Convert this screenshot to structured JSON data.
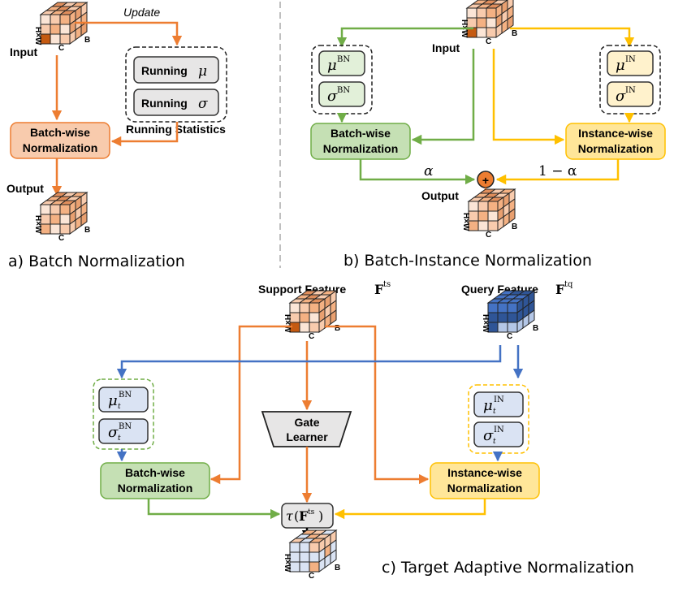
{
  "colors": {
    "orange": "#ed7d31",
    "green": "#70ad47",
    "blue": "#4472c4",
    "yellow": "#ffc000",
    "dashed_gray": "#555555",
    "divider": "#bfbfbf",
    "bn_box": "#f8cbad",
    "batchwise_fill": "#c5e0b4",
    "instancewise_fill": "#ffe699",
    "stat_green": "#e2f0d9",
    "stat_yellow": "#fff2cc",
    "stat_blue": "#dae3f3",
    "gray_box": "#e7e6e6"
  },
  "cube_labels": {
    "hw": "H×W",
    "c": "C",
    "b": "B"
  },
  "panel_a": {
    "caption": "a) Batch Normalization",
    "input_label": "Input",
    "output_label": "Output",
    "update_label": "Update",
    "running_mu": "Running",
    "running_sigma": "Running",
    "mu_symbol": "μ",
    "sigma_symbol": "σ",
    "running_stats_label": "Running Statistics",
    "norm_box_line1": "Batch-wise",
    "norm_box_line2": "Normalization"
  },
  "panel_b": {
    "caption": "b) Batch-Instance Normalization",
    "input_label": "Input",
    "output_label": "Output",
    "mu_symbol": "μ",
    "sigma_symbol": "σ",
    "bn_sup": "BN",
    "in_sup": "IN",
    "batch_line1": "Batch-wise",
    "batch_line2": "Normalization",
    "inst_line1": "Instance-wise",
    "inst_line2": "Normalization",
    "alpha": "α",
    "one_minus_alpha": "1 − α",
    "plus": "+"
  },
  "panel_c": {
    "caption": "c) Target Adaptive Normalization",
    "support_label": "Support Feature",
    "query_label": "Query Feature",
    "bold_F": "F",
    "sup_ts": "ts",
    "sup_tq": "tq",
    "mu_symbol": "μ",
    "sigma_symbol": "σ",
    "sub_t": "t",
    "bn_sup": "BN",
    "in_sup": "IN",
    "gate_line1": "Gate",
    "gate_line2": "Learner",
    "batch_line1": "Batch-wise",
    "batch_line2": "Normalization",
    "inst_line1": "Instance-wise",
    "inst_line2": "Normalization",
    "tau": "τ",
    "paren_open": "(",
    "paren_close": ")"
  }
}
